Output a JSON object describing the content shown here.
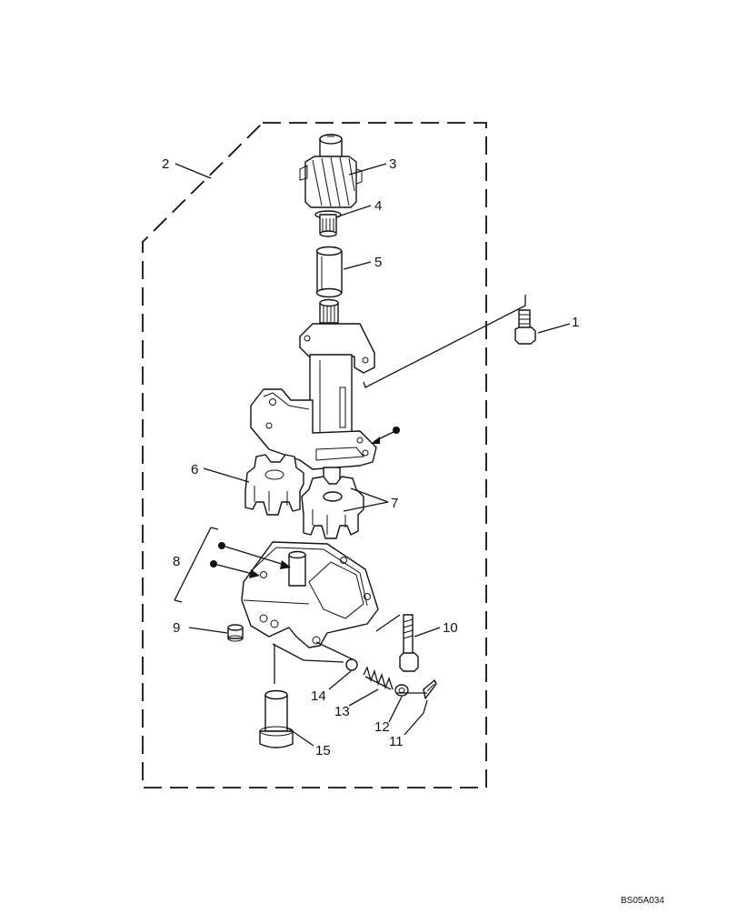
{
  "diagram": {
    "drawing_code": "BS05A034",
    "callouts": [
      {
        "id": "callout-1",
        "label": "1"
      },
      {
        "id": "callout-2",
        "label": "2"
      },
      {
        "id": "callout-3",
        "label": "3"
      },
      {
        "id": "callout-4",
        "label": "4"
      },
      {
        "id": "callout-5",
        "label": "5"
      },
      {
        "id": "callout-6",
        "label": "6"
      },
      {
        "id": "callout-7",
        "label": "7"
      },
      {
        "id": "callout-8",
        "label": "8"
      },
      {
        "id": "callout-9",
        "label": "9"
      },
      {
        "id": "callout-10",
        "label": "10"
      },
      {
        "id": "callout-11",
        "label": "11"
      },
      {
        "id": "callout-12",
        "label": "12"
      },
      {
        "id": "callout-13",
        "label": "13"
      },
      {
        "id": "callout-14",
        "label": "14"
      },
      {
        "id": "callout-15",
        "label": "15"
      }
    ]
  }
}
